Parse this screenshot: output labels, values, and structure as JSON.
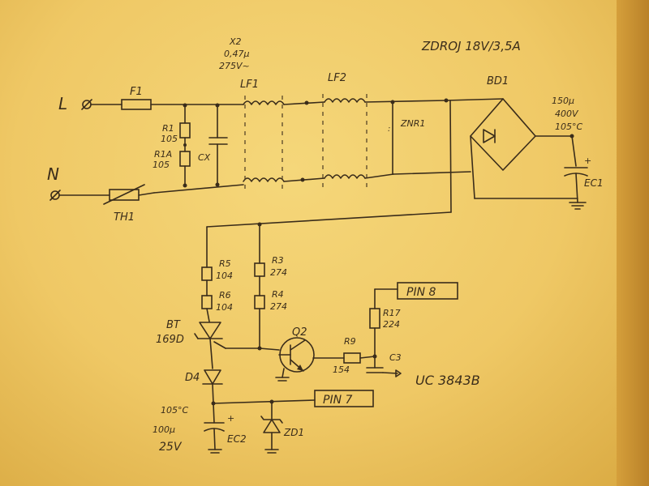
{
  "title": "ZDROJ 18V/3,5A",
  "inputs": {
    "line": "L",
    "neutral": "N"
  },
  "components": {
    "fuse": "F1",
    "thermistor": "TH1",
    "r1": {
      "ref": "R1",
      "value": "105"
    },
    "r1a": {
      "ref": "R1A",
      "value": "105"
    },
    "cx": {
      "ref": "CX",
      "spec_lines": [
        "X2",
        "0,47µ",
        "275V~"
      ]
    },
    "lf1": "LF1",
    "lf2": "LF2",
    "znr": "ZNR1",
    "bridge": "BD1",
    "ec1": {
      "ref": "EC1",
      "spec_lines": [
        "150µ",
        "400V",
        "105°C"
      ]
    },
    "r5": {
      "ref": "R5",
      "value": "104"
    },
    "r6": {
      "ref": "R6",
      "value": "104"
    },
    "r3": {
      "ref": "R3",
      "value": "274"
    },
    "r4": {
      "ref": "R4",
      "value": "274"
    },
    "bt": {
      "ref": "BT",
      "value": "169D"
    },
    "q2": "Q2",
    "r9": {
      "ref": "R9",
      "value": "154"
    },
    "r17": {
      "ref": "R17",
      "value": "224"
    },
    "c3": "C3",
    "d4": "D4",
    "ec2": {
      "ref": "EC2",
      "spec_lines": [
        "105°C",
        "100µ",
        "25V"
      ]
    },
    "zd1": "ZD1"
  },
  "pins": {
    "pin8": "PIN 8",
    "pin7": "PIN 7"
  },
  "ic": "UC 3843B"
}
